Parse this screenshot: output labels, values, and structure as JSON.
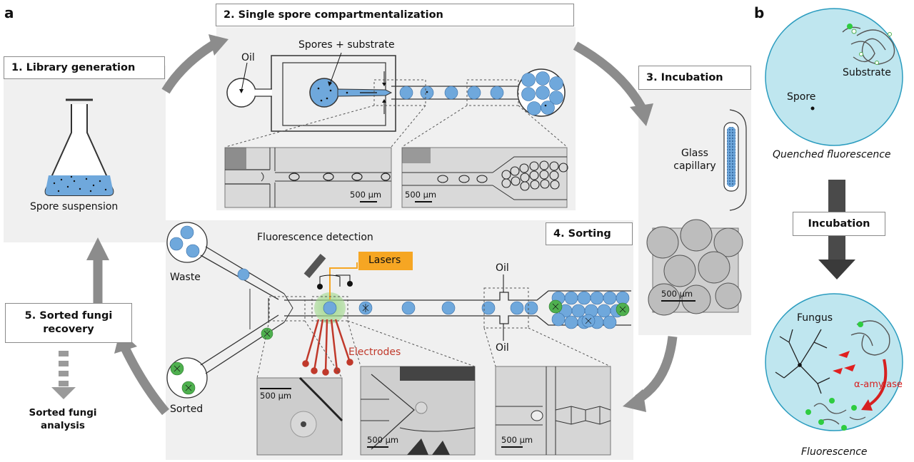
{
  "panels": {
    "a": "a",
    "b": "b"
  },
  "steps": {
    "library": {
      "title": "1. Library generation",
      "caption": "Spore suspension"
    },
    "compartment": {
      "title": "2. Single spore compartmentalization",
      "oil": "Oil",
      "spores_substrate": "Spores + substrate",
      "scale": "500 µm"
    },
    "incubation": {
      "title": "3. Incubation",
      "glass": "Glass",
      "capillary": "capillary",
      "scale": "500 µm"
    },
    "sorting": {
      "title": "4. Sorting",
      "detection": "Fluorescence detection",
      "lasers": "Lasers",
      "electrodes": "Electrodes",
      "waste": "Waste",
      "sorted": "Sorted",
      "oil_top": "Oil",
      "oil_bottom": "Oil",
      "scale": "500 µm"
    },
    "recovery": {
      "title_line1": "5. Sorted fungi",
      "title_line2": "recovery",
      "analysis_line1": "Sorted fungi",
      "analysis_line2": "analysis"
    }
  },
  "panel_b": {
    "spore": "Spore",
    "substrate": "Substrate",
    "quenched": "Quenched fluorescence",
    "incubation": "Incubation",
    "fungus": "Fungus",
    "amylase": "α-amylase",
    "fluorescence": "Fluorescence"
  },
  "colors": {
    "droplet": "#6fa8dc",
    "droplet_stroke": "#3a6ea5",
    "arrow": "#8c8c8c",
    "laser": "#f6a623",
    "electrode": "#c0392b",
    "cell_bg": "#bfe6ef",
    "fungi_green": "#3a9a3a",
    "panel_bg": "#f0f0f0"
  }
}
